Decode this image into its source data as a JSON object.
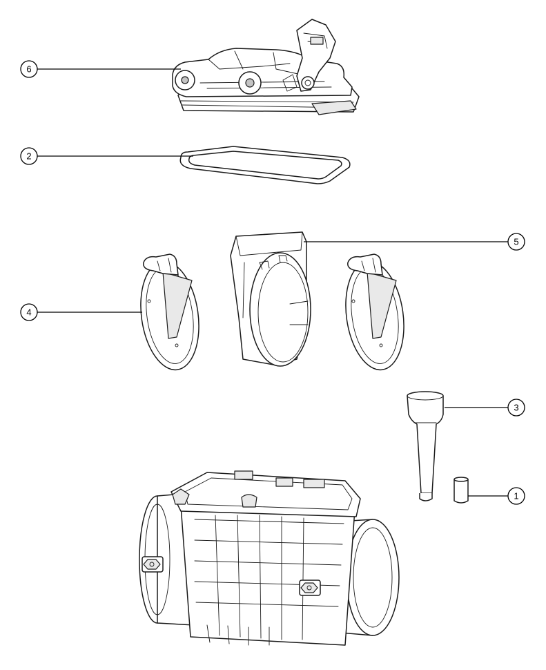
{
  "callouts": [
    {
      "id": "6",
      "label": "6"
    },
    {
      "id": "2",
      "label": "2"
    },
    {
      "id": "5",
      "label": "5"
    },
    {
      "id": "4",
      "label": "4"
    },
    {
      "id": "3",
      "label": "3"
    },
    {
      "id": "1",
      "label": "1"
    }
  ],
  "icons": {
    "part_6": "throttle-cover-assembly-icon",
    "part_2": "cover-gasket-icon",
    "part_5": "flap-housing-frame-icon",
    "part_4": "flap-valve-icon",
    "part_3": "tapered-pin-icon",
    "part_1": "bushing-sleeve-icon",
    "housing": "valve-body-housing-icon"
  },
  "colors": {
    "line": "#1a1a1a",
    "background": "#ffffff"
  }
}
